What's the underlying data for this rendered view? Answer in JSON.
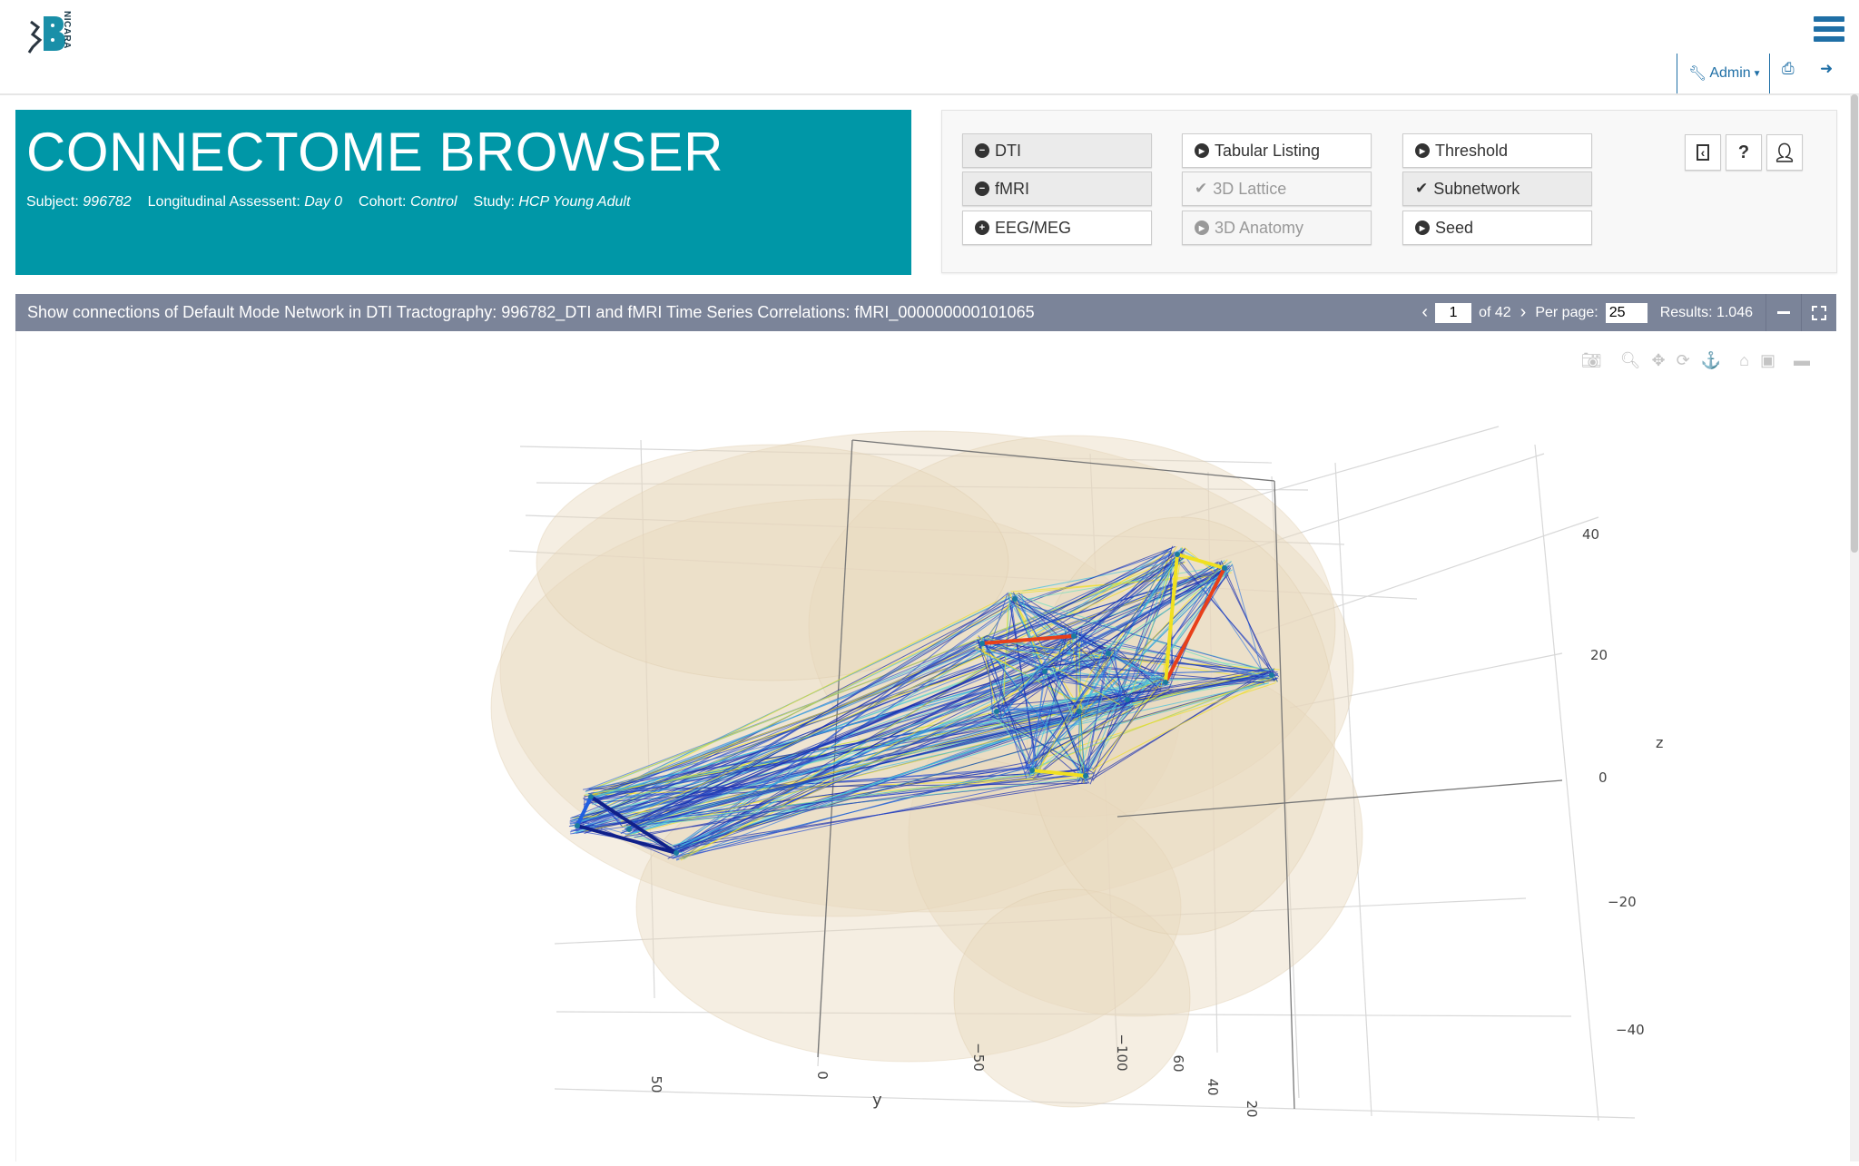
{
  "header": {
    "logo_text": "NICARA",
    "admin_label": "Admin",
    "menu_icon": "hamburger-icon",
    "print_icon": "print-icon",
    "logout_icon": "sign-out-icon"
  },
  "banner": {
    "title": "CONNECTOME BROWSER",
    "subject_label": "Subject:",
    "subject": "996782",
    "assessment_label": "Longitudinal Assessent:",
    "assessment": "Day 0",
    "cohort_label": "Cohort:",
    "cohort": "Control",
    "study_label": "Study:",
    "study": "HCP Young Adult"
  },
  "controls": {
    "modalities": [
      {
        "label": "DTI",
        "icon": "minus-circle-icon",
        "state": "active"
      },
      {
        "label": "fMRI",
        "icon": "minus-circle-icon",
        "state": "active"
      },
      {
        "label": "EEG/MEG",
        "icon": "plus-circle-icon",
        "state": "normal"
      }
    ],
    "views": [
      {
        "label": "Tabular Listing",
        "icon": "play-circle-icon",
        "state": "normal"
      },
      {
        "label": "3D Lattice",
        "icon": "check-icon",
        "state": "disabled"
      },
      {
        "label": "3D Anatomy",
        "icon": "play-circle-icon",
        "state": "disabled"
      }
    ],
    "filters": [
      {
        "label": "Threshold",
        "icon": "play-circle-icon",
        "state": "normal"
      },
      {
        "label": "Subnetwork",
        "icon": "check-icon",
        "state": "active"
      },
      {
        "label": "Seed",
        "icon": "play-circle-icon",
        "state": "normal"
      }
    ],
    "help_label": "?"
  },
  "query": {
    "text": "Show connections of Default Mode Network in DTI Tractography: 996782_DTI and fMRI Time Series Correlations: fMRI_000000000101065",
    "page": "1",
    "of_label": "of 42",
    "per_page_label": "Per page:",
    "per_page": "25",
    "results": "Results: 1.046"
  },
  "plot": {
    "y_axis": {
      "title": "y",
      "ticks": [
        "50",
        "0",
        "−50",
        "−100"
      ]
    },
    "x_axis": {
      "ticks": [
        "60",
        "40",
        "20"
      ]
    },
    "z_axis": {
      "title": "z",
      "ticks": [
        "40",
        "20",
        "0",
        "−20",
        "−40"
      ]
    },
    "colors": {
      "brain": "#e8d9bf",
      "edge_low": "#1a2fb0",
      "edge_mid": "#3fc0e0",
      "edge_high": "#f0e020",
      "edge_max": "#e8401a"
    }
  }
}
